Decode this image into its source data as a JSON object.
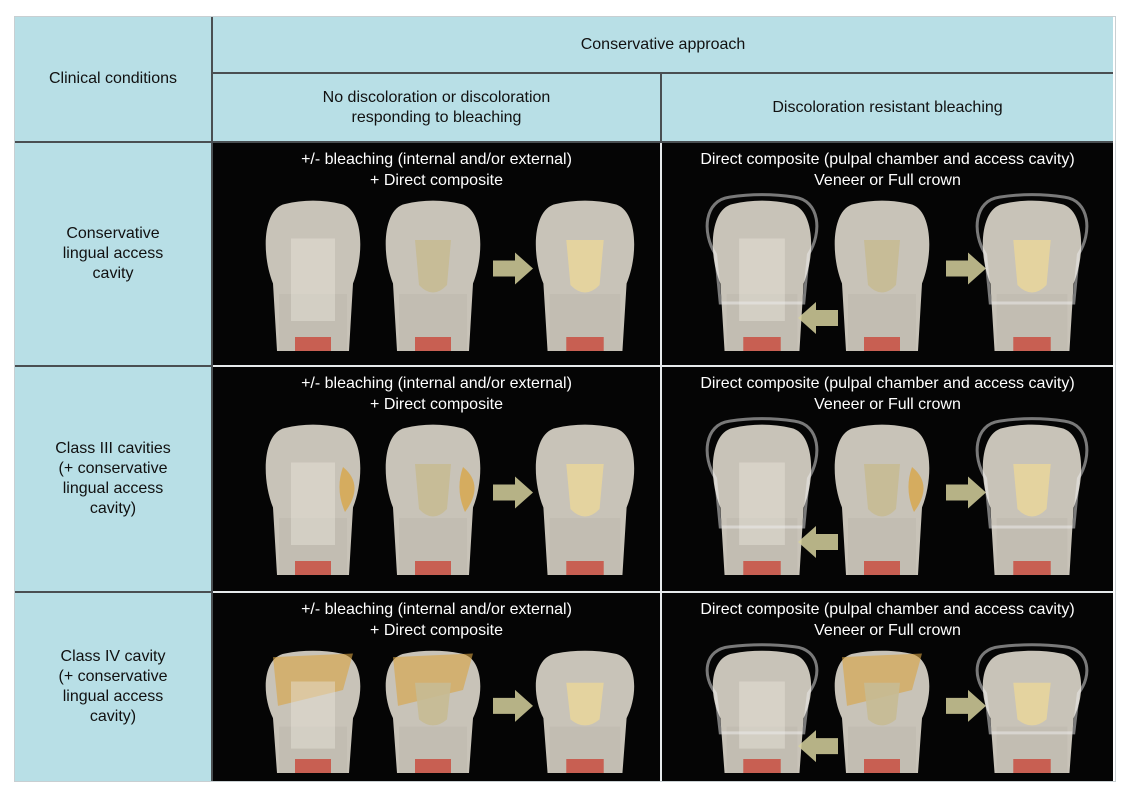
{
  "table": {
    "corner": "Clinical conditions",
    "approach": "Conservative approach",
    "columns": [
      [
        "No discoloration or discoloration",
        "responding to bleaching"
      ],
      [
        "Discoloration resistant bleaching"
      ]
    ],
    "rows": [
      {
        "condition": [
          "Conservative",
          "lingual access",
          "cavity"
        ],
        "col1": [
          "+/- bleaching (internal and/or external)",
          "+ Direct composite"
        ],
        "col2": [
          "Direct composite (pulpal chamber and access cavity)",
          "Veneer or Full crown"
        ],
        "damage": "none"
      },
      {
        "condition": [
          "Class III cavities",
          "(+ conservative",
          "lingual access",
          "cavity)"
        ],
        "col1": [
          "+/- bleaching (internal and/or external)",
          "+ Direct composite"
        ],
        "col2": [
          "Direct composite (pulpal chamber and access cavity)",
          "Veneer or Full crown"
        ],
        "damage": "proximal"
      },
      {
        "condition": [
          "Class IV cavity",
          "(+ conservative",
          "lingual access",
          "cavity)"
        ],
        "col1": [
          "+/- bleaching (internal and/or external)",
          "+ Direct composite"
        ],
        "col2": [
          "Direct composite (pulpal chamber and access cavity)",
          "Veneer or Full crown"
        ],
        "damage": "incisal"
      }
    ]
  },
  "colors": {
    "header_bg": "#b8dfe6",
    "panel_bg": "#050505",
    "tooth": "#d9d4c8",
    "pulp": "#e7d59c",
    "defect": "#d9a441",
    "root_apex": "#c9473a",
    "arrow": "#d6d19e"
  }
}
